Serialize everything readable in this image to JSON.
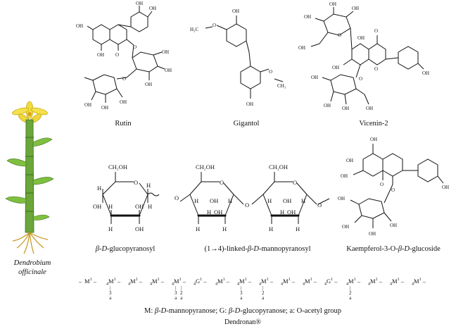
{
  "plant": {
    "label_line1": "Dendrobium",
    "label_line2": "officinale"
  },
  "compounds": {
    "rutin": "Rutin",
    "gigantol": "Gigantol",
    "vicenin": "Vicenin-2",
    "glc_prefix": "β-D",
    "glc_suffix": "-glucopyranosyl",
    "man_prefix": "(1→4)-linked-",
    "man_italic": "β-D",
    "man_suffix": "-mannopyranosyl",
    "kae_prefix": "Kaempferol-3-O-",
    "kae_italic": "β-D",
    "kae_suffix": "-glucoside"
  },
  "atoms": {
    "OH": "OH",
    "O": "O",
    "H": "H",
    "CH2OH": "CH₂OH",
    "H3C": "H₃C",
    "CH3": "CH₃"
  },
  "chain": {
    "units": [
      "M",
      "M",
      "M",
      "M",
      "M",
      "G",
      "M",
      "M",
      "M",
      "M",
      "M",
      "G",
      "M",
      "M",
      "M",
      "M"
    ],
    "link_prefix": [
      "",
      "4",
      "4",
      "4",
      "4",
      "4",
      "4",
      "4",
      "4",
      "4",
      "4",
      "4",
      "4",
      "4",
      "4",
      "4"
    ],
    "subs": [
      {
        "pos": "3",
        "a": "a",
        "unit": 1
      },
      {
        "pos": "3",
        "a": "a",
        "unit": 4
      },
      {
        "pos": "2",
        "a": "a",
        "unit": 4
      },
      {
        "pos": "3",
        "a": "a",
        "unit": 7
      },
      {
        "pos": "2",
        "a": "a",
        "unit": 8
      },
      {
        "pos": "2",
        "a": "a",
        "unit": 12
      }
    ]
  },
  "legend": {
    "m": "M: ",
    "m_it": "β-D",
    "m_rest": "-mannopyranose; G: ",
    "g_it": "β-D",
    "g_rest": "-glucopyranose; a: O-acetyl group"
  },
  "product": "Dendronan®"
}
